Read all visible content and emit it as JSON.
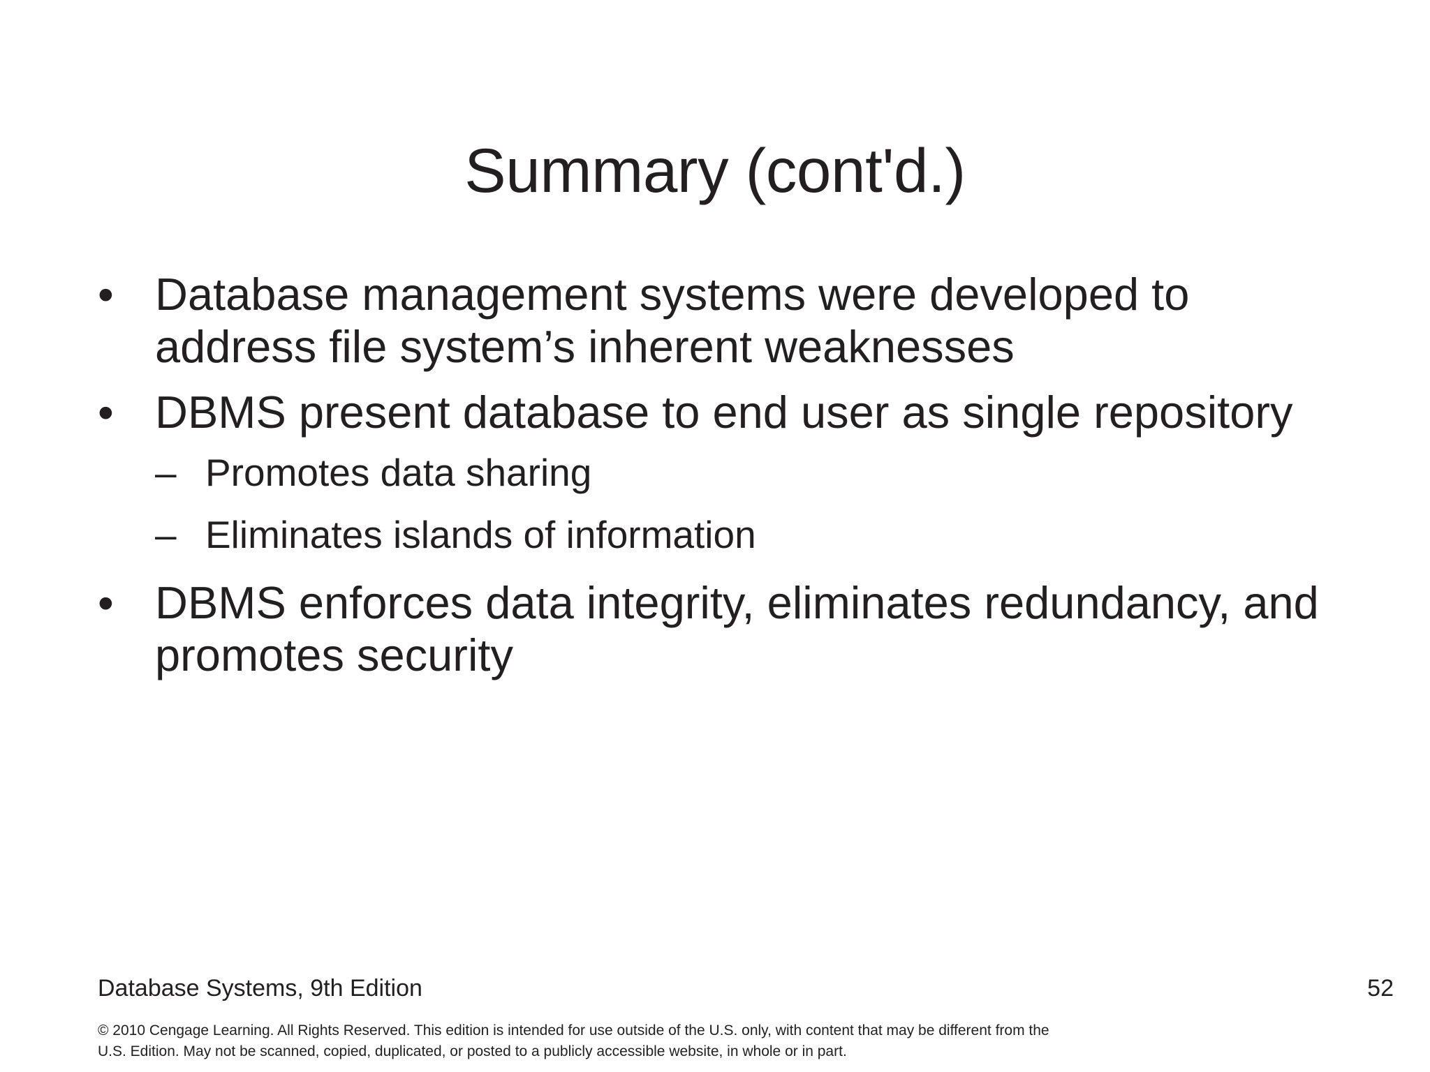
{
  "slide": {
    "title": "Summary (cont'd.)",
    "bullet_marker": "•",
    "sub_bullet_marker": "–",
    "text_color": "#231f20",
    "background_color": "#ffffff",
    "bullets": [
      {
        "text": "Database management systems were developed to address file system’s inherent weaknesses",
        "sub_bullets": []
      },
      {
        "text": "DBMS present database to end user as single repository",
        "sub_bullets": [
          "Promotes data sharing",
          "Eliminates islands of information"
        ]
      },
      {
        "text": "DBMS enforces data integrity, eliminates redundancy, and promotes security",
        "sub_bullets": []
      }
    ],
    "footer": {
      "source": "Database Systems, 9th Edition",
      "page_number": "52",
      "copyright_line_1": "© 2010 Cengage Learning. All Rights Reserved. This edition is intended for use outside of the U.S. only, with content that may be different from the",
      "copyright_line_2": "U.S. Edition. May not be scanned, copied, duplicated, or posted to a publicly accessible website, in whole or in part."
    }
  }
}
